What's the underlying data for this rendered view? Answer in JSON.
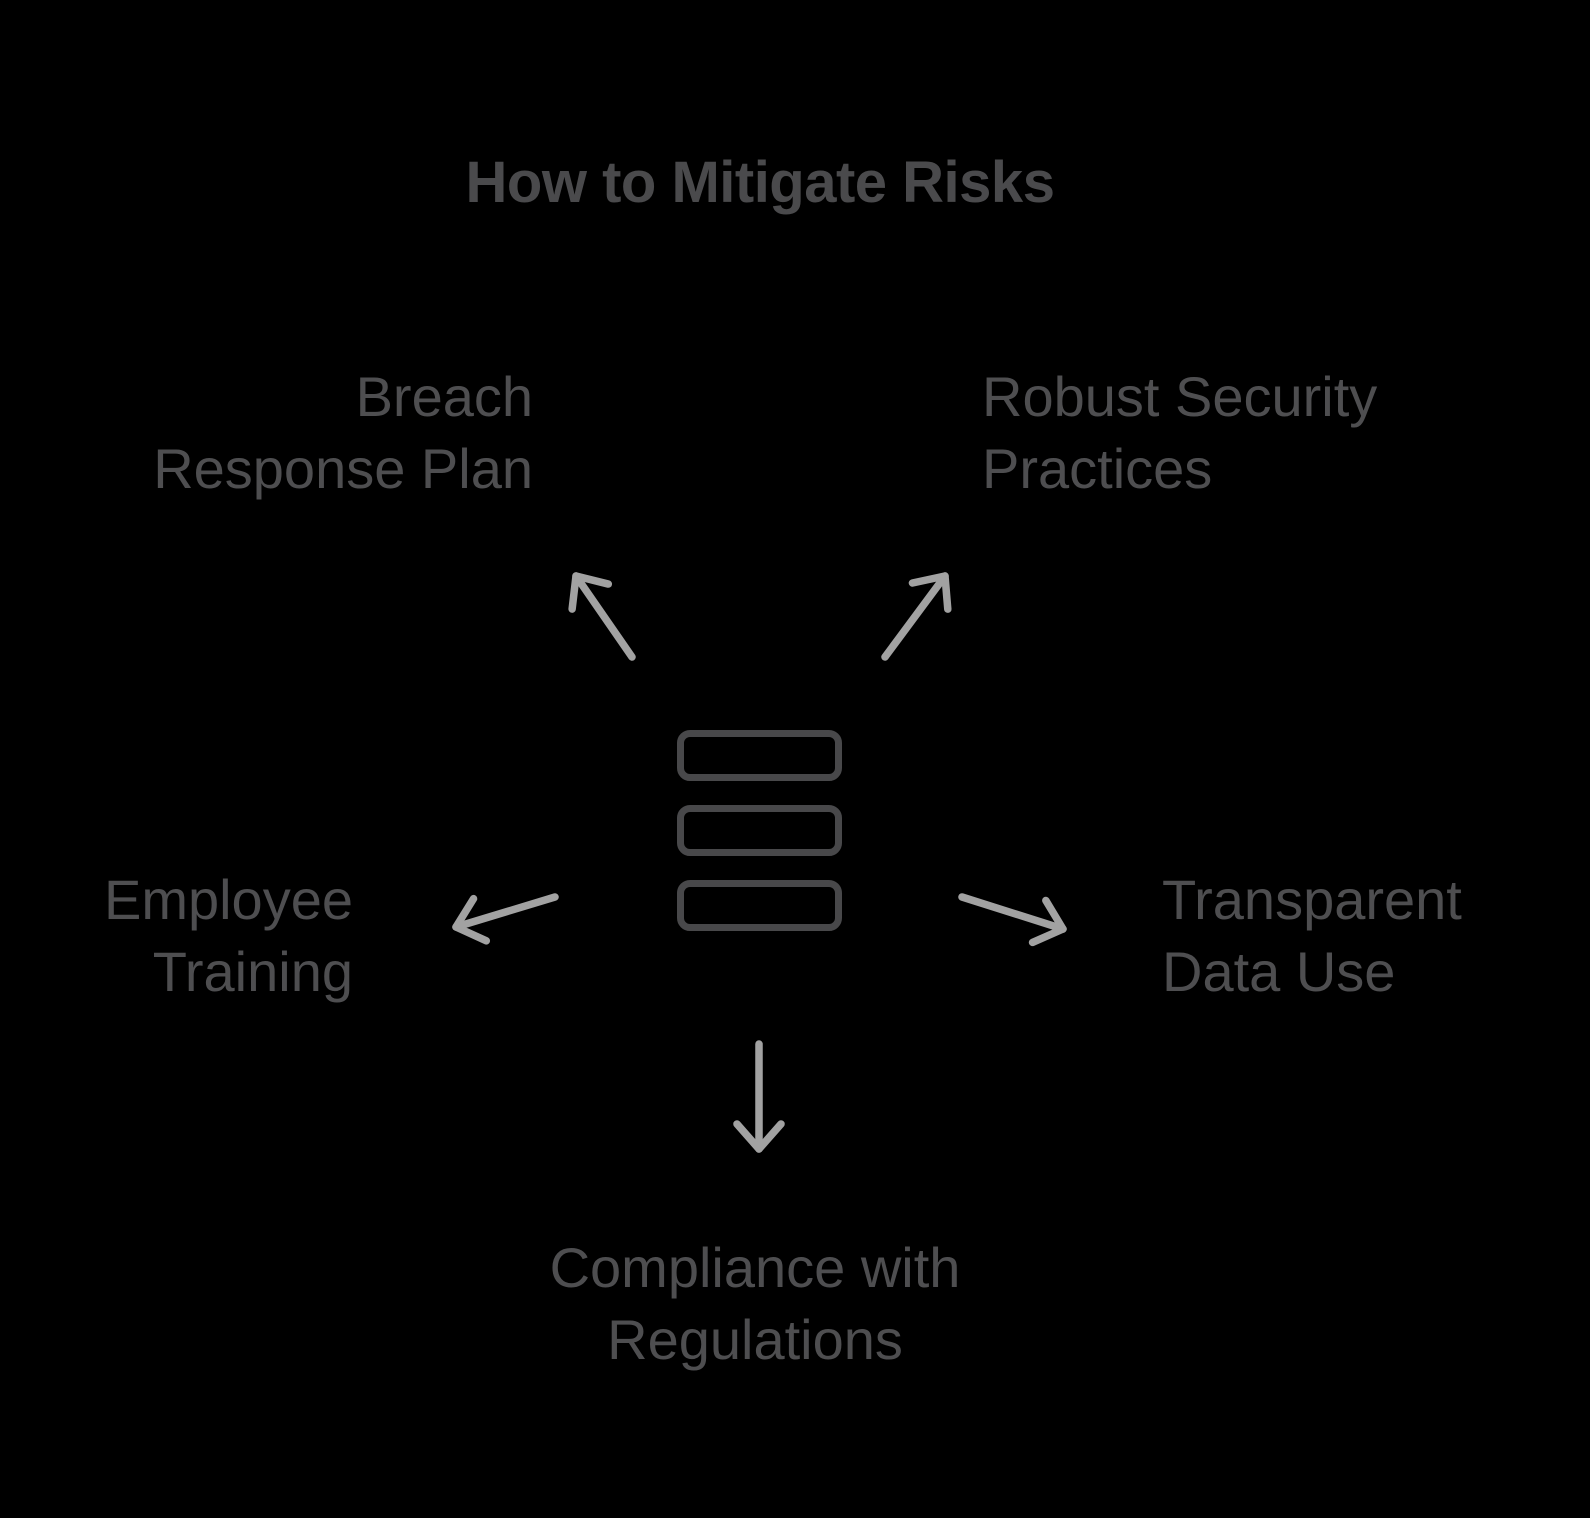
{
  "title": "How to Mitigate Risks",
  "colors": {
    "background": "#000000",
    "title_text": "#4a4a4c",
    "label_text": "#4e4e50",
    "icon_stroke": "#48484a",
    "arrow": "#a2a2a2"
  },
  "center": {
    "icon": "server-stack-icon",
    "layer_count": 3
  },
  "nodes": [
    {
      "id": "breach-response-plan",
      "label": "Breach\nResponse Plan",
      "position": "top-left",
      "arrow_direction": "up-left"
    },
    {
      "id": "robust-security-practices",
      "label": "Robust Security\nPractices",
      "position": "top-right",
      "arrow_direction": "up-right"
    },
    {
      "id": "employee-training",
      "label": "Employee\nTraining",
      "position": "middle-left",
      "arrow_direction": "left"
    },
    {
      "id": "transparent-data-use",
      "label": "Transparent\nData Use",
      "position": "middle-right",
      "arrow_direction": "right"
    },
    {
      "id": "compliance-with-regulations",
      "label": "Compliance with\nRegulations",
      "position": "bottom",
      "arrow_direction": "down"
    }
  ]
}
